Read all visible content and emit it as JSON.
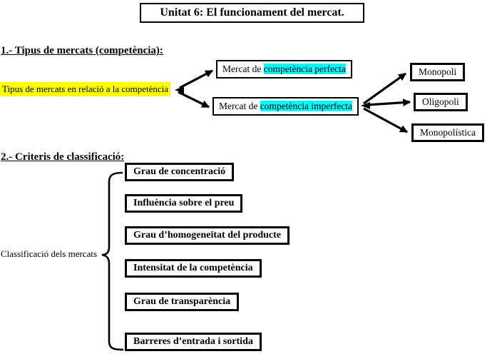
{
  "title": "Unitat 6: El funcionament del mercat.",
  "section1": {
    "heading": "1.- Tipus de mercats (competència):",
    "source_label": "Tipus de mercats en relació a la competència",
    "perfect_market": {
      "prefix": "Mercat de ",
      "highlight": "competència perfecta"
    },
    "imperfect_market": {
      "prefix": "Mercat de ",
      "highlight": "competència imperfecta"
    },
    "market_types": [
      "Monopoli",
      "Oligopoli",
      "Monopolística"
    ]
  },
  "section2": {
    "heading": "2.- Criteris de classificació:",
    "source_label": "Classificació dels mercats",
    "criteria": [
      "Grau de concentració",
      "Influència sobre el preu",
      "Grau d’homogeneïtat del producte",
      "Intensitat de la competència",
      "Grau de transparència",
      "Barreres d’entrada i sortida"
    ]
  },
  "colors": {
    "highlight_yellow": "#ffff00",
    "highlight_cyan": "#00ffff",
    "ink": "#000000"
  }
}
